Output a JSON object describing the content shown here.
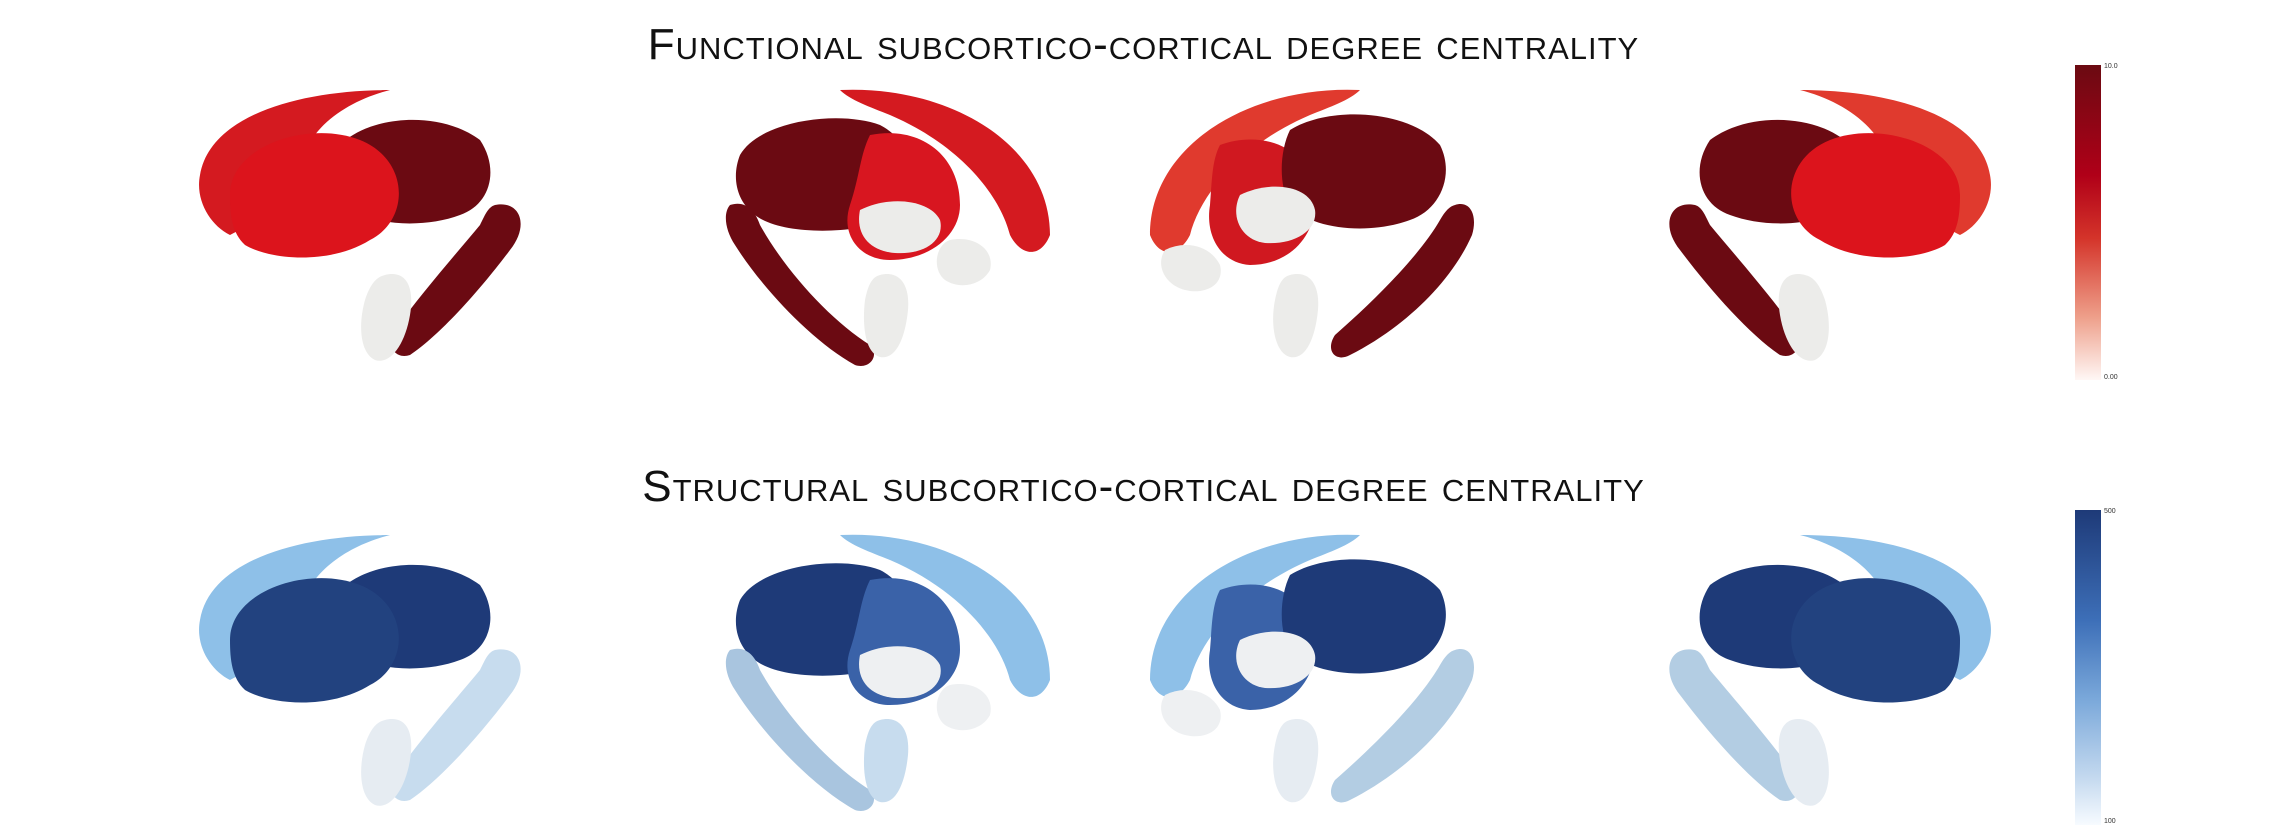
{
  "functional": {
    "title": "Functional subcortico-cortical degree centrality",
    "colors": {
      "dark": "#6b0a12",
      "mid": "#c8141e",
      "light": "#e03a2e",
      "white": "#ececea"
    },
    "colorbar": {
      "max_label": "10.0",
      "min_label": "0.00"
    }
  },
  "structural": {
    "title": "Structural subcortico-cortical degree centrality",
    "colors": {
      "dark": "#1e3a78",
      "mid": "#3a62a8",
      "light": "#8ec0e8",
      "pale": "#c7dcee",
      "white": "#eef0f2"
    },
    "colorbar": {
      "max_label": "500",
      "min_label": "100"
    }
  }
}
